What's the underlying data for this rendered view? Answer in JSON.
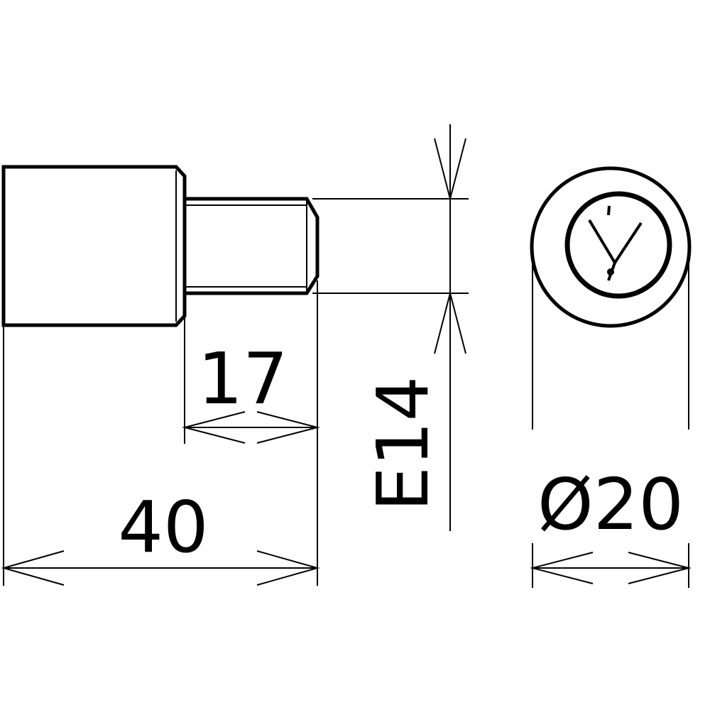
{
  "dimensions": {
    "thread_length": "17",
    "total_length": "40",
    "thread_size": "E14",
    "diameter": "Ø20"
  }
}
